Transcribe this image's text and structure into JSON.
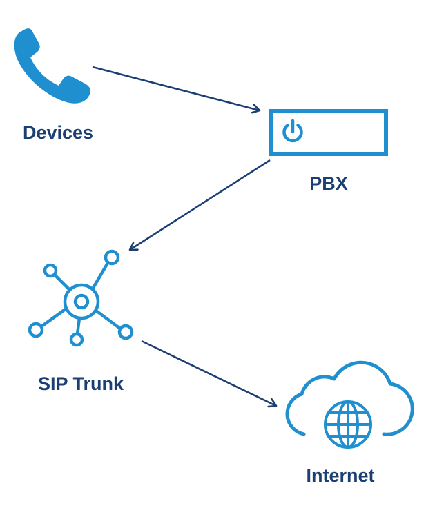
{
  "diagram": {
    "nodes": [
      {
        "id": "devices",
        "label": "Devices",
        "icon": "phone-icon"
      },
      {
        "id": "pbx",
        "label": "PBX",
        "icon": "power-icon"
      },
      {
        "id": "sip",
        "label": "SIP Trunk",
        "icon": "network-hub-icon"
      },
      {
        "id": "internet",
        "label": "Internet",
        "icon": "cloud-globe-icon"
      }
    ],
    "edges": [
      {
        "from": "devices",
        "to": "pbx"
      },
      {
        "from": "pbx",
        "to": "sip"
      },
      {
        "from": "sip",
        "to": "internet"
      }
    ]
  },
  "colors": {
    "icon": "#1f8fd0",
    "arrow": "#1c3f73",
    "label": "#1c3f73",
    "background": "#ffffff"
  }
}
